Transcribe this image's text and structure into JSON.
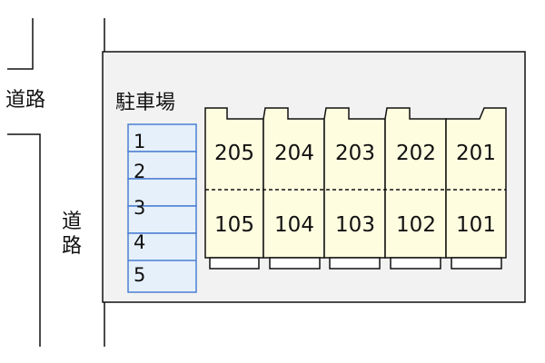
{
  "map": {
    "road_labels": {
      "left_top": "道路",
      "left_side": "道路"
    },
    "parking": {
      "title": "駐車場",
      "spaces": [
        "1",
        "2",
        "3",
        "4",
        "5"
      ]
    },
    "building": {
      "units_upper": [
        "205",
        "204",
        "203",
        "202",
        "201"
      ],
      "units_lower": [
        "105",
        "104",
        "103",
        "102",
        "101"
      ]
    },
    "colors": {
      "site_fill": "#f2f2f2",
      "building_fill": "#fffde0",
      "parking_fill": "#e6f0fb",
      "parking_border": "#4a7fd1"
    }
  }
}
